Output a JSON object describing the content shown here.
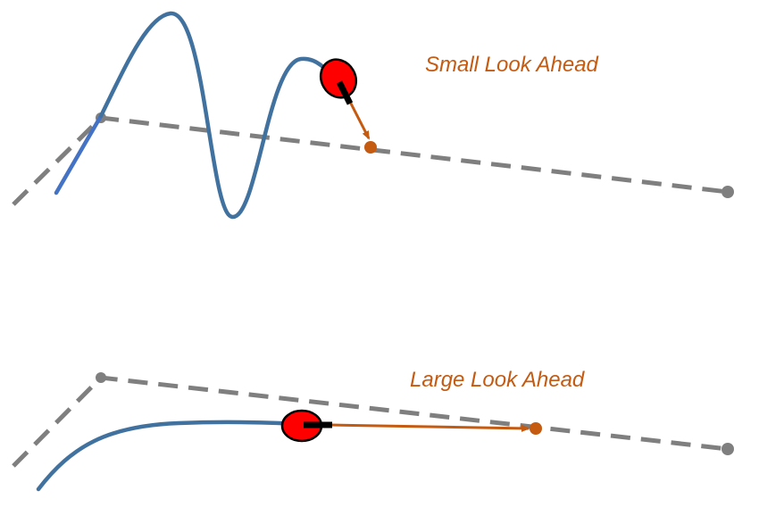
{
  "colors": {
    "path": "#7f7f7f",
    "trajectory": "#41729f",
    "trajectory_start": "#4472c4",
    "vehicle_fill": "#ff0000",
    "vehicle_stroke": "#000000",
    "lookahead": "#c55a11",
    "background": "#ffffff"
  },
  "panels": [
    {
      "id": "small",
      "caption": "Small Look Ahead"
    },
    {
      "id": "large",
      "caption": "Large Look Ahead"
    }
  ]
}
